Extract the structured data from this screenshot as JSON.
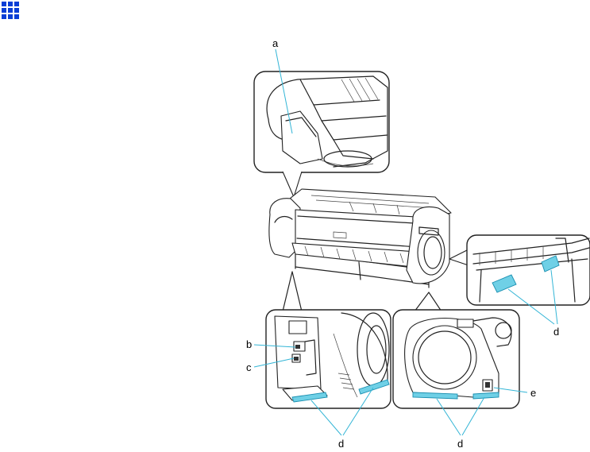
{
  "icons": {
    "corner": "grid-icon"
  },
  "colors": {
    "leader": "#33b5d6",
    "highlight": "#6fd0e6",
    "corner_icon": "#0a3fd6"
  },
  "callouts": {
    "a": "a",
    "b": "b",
    "c": "c",
    "d_right": "d",
    "d_bottom_left": "d",
    "d_bottom_right": "d",
    "e": "e"
  }
}
